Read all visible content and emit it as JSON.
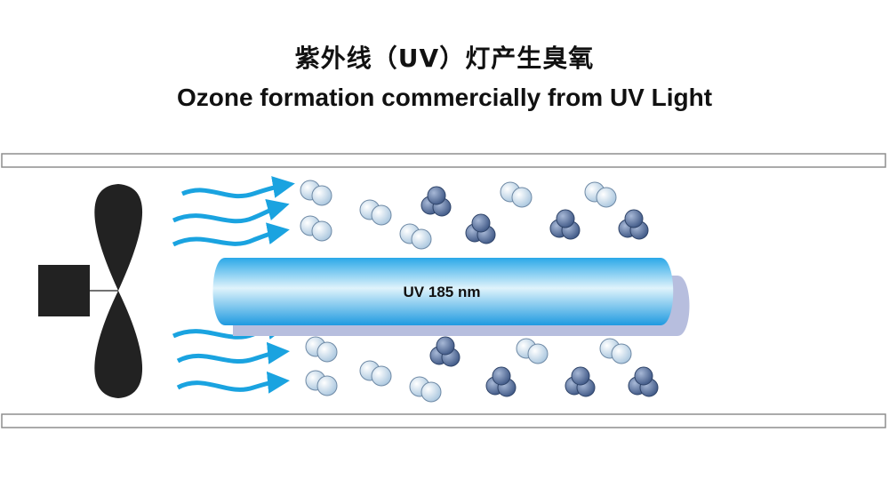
{
  "title_zh": "紫外线（UV）灯产生臭氧",
  "title_en": "Ozone formation commercially from UV Light",
  "lamp": {
    "label": "UV 185 nm"
  },
  "colors": {
    "o2_fill": "#cfe3f2",
    "o3_fill": "#5d78a6",
    "arrow": "#1aa3e0",
    "lamp_light": "#dff3fb",
    "lamp_dark": "#2aa8e8",
    "fan": "#222222"
  }
}
